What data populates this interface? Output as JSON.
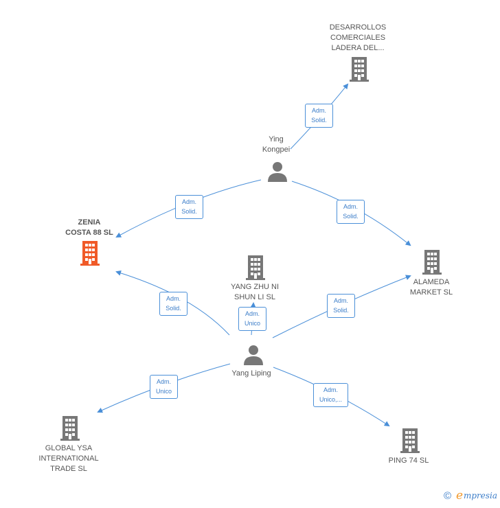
{
  "nodes": {
    "desarrollos": {
      "label": "DESARROLLOS\nCOMERCIALES\nLADERA DEL...",
      "kind": "company",
      "color": "#777777"
    },
    "ying": {
      "label": "Ying\nKongpei",
      "kind": "person",
      "color": "#777777"
    },
    "zenia": {
      "label": "ZENIA\nCOSTA 88  SL",
      "kind": "company",
      "color": "#f05a28"
    },
    "yangzhu": {
      "label": "YANG ZHU NI\nSHUN LI  SL",
      "kind": "company",
      "color": "#777777"
    },
    "alameda": {
      "label": "ALAMEDA\nMARKET  SL",
      "kind": "company",
      "color": "#777777"
    },
    "yangliping": {
      "label": "Yang Liping",
      "kind": "person",
      "color": "#777777"
    },
    "globalysa": {
      "label": "GLOBAL YSA\nINTERNATIONAL\nTRADE  SL",
      "kind": "company",
      "color": "#777777"
    },
    "ping74": {
      "label": "PING 74  SL",
      "kind": "company",
      "color": "#777777"
    }
  },
  "edges": {
    "e1": {
      "label": "Adm.\nSolid."
    },
    "e2": {
      "label": "Adm.\nSolid."
    },
    "e3": {
      "label": "Adm.\nSolid."
    },
    "e4": {
      "label": "Adm.\nSolid."
    },
    "e5": {
      "label": "Adm.\nUnico"
    },
    "e6": {
      "label": "Adm.\nSolid."
    },
    "e7": {
      "label": "Adm.\nUnico"
    },
    "e8": {
      "label": "Adm.\nUnico,..."
    }
  },
  "colors": {
    "edge": "#4a8fd8",
    "company": "#777777",
    "highlight": "#f05a28"
  },
  "footer": {
    "copyright": "©",
    "brand_first": "e",
    "brand_rest": "mpresia"
  }
}
